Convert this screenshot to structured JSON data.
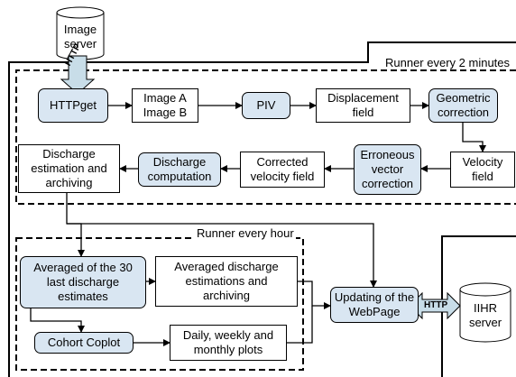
{
  "diagram": {
    "image_server": "Image\nserver",
    "iihr_server": "IIHR\nserver",
    "http_top": "HTTP",
    "http_right": "HTTP",
    "runner_2min": "Runner every 2 minutes",
    "runner_hour": "Runner every hour",
    "nodes": {
      "httpget": "HTTPget",
      "image_ab": "Image A\nImage B",
      "piv": "PIV",
      "displacement": "Displacement\nfield",
      "geometric": "Geometric\ncorrection",
      "velocity": "Velocity\nfield",
      "erroneous": "Erroneous\nvector\ncorrection",
      "corrected": "Corrected\nvelocity field",
      "discharge_comp": "Discharge\ncomputation",
      "discharge_est": "Discharge\nestimation and\narchiving",
      "averaged30": "Averaged of the 30\nlast discharge\nestimates",
      "averaged_archiving": "Averaged discharge\nestimations and\narchiving",
      "cohort": "Cohort Coplot",
      "plots": "Daily, weekly and\nmonthly plots",
      "webpage": "Updating of the\nWebPage"
    }
  },
  "colors": {
    "box_fill": "#d9e6f2",
    "arrow_fill": "#c8dde8",
    "line": "#000000"
  }
}
